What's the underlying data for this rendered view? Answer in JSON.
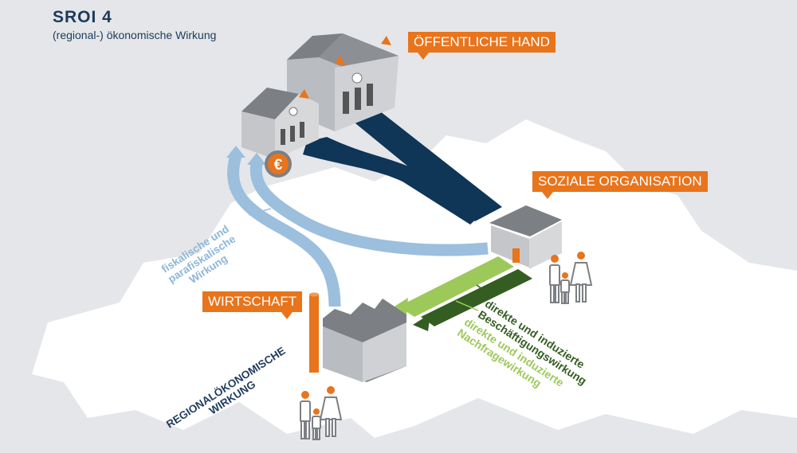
{
  "header": {
    "title": "SROI 4",
    "subtitle": "(regional-) ökonomische Wirkung"
  },
  "labels": {
    "public_sector": "ÖFFENTLICHE HAND",
    "social_org": "SOZIALE ORGANISATION",
    "economy": "WIRTSCHAFT"
  },
  "flows": {
    "fiscal_line1": "fiskalische und",
    "fiscal_line2": "parafiskalische",
    "fiscal_line3": "Wirkung",
    "employment_line1": "direkte und induzierte",
    "employment_line2": "Beschäftigungswirkung",
    "demand_line1": "direkte und induzierte",
    "demand_line2": "Nachfragewirkung"
  },
  "regional": {
    "line1": "REGIONALÖKONOMISCHE",
    "line2": "WIRKUNG"
  },
  "icons": {
    "euro_symbol": "€"
  },
  "colors": {
    "navy": "#0f3557",
    "light_blue": "#9bbfdd",
    "orange": "#e8741c",
    "dark_green": "#345d22",
    "light_green": "#9dc95a",
    "building_roof": "#7c7f83",
    "building_wall": "#b9bcc0",
    "map_white": "#ffffff"
  }
}
